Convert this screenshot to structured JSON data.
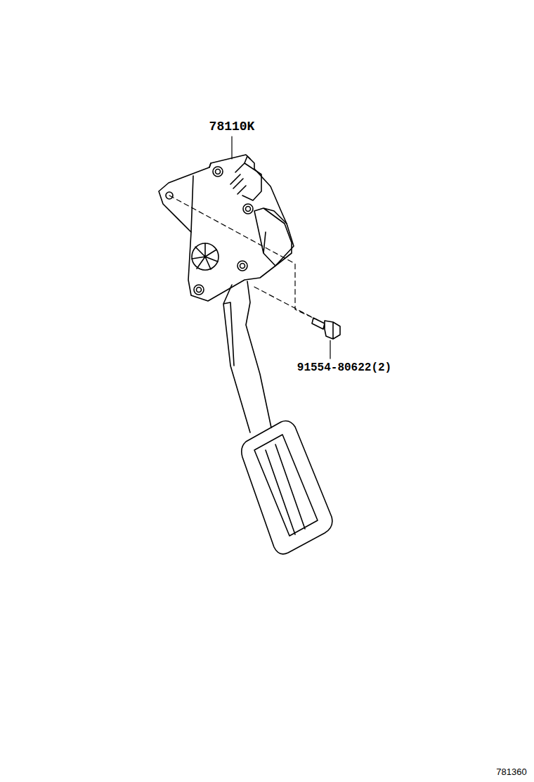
{
  "diagram": {
    "labels": [
      "78110K",
      "91554-80622(2)",
      "781360"
    ]
  }
}
